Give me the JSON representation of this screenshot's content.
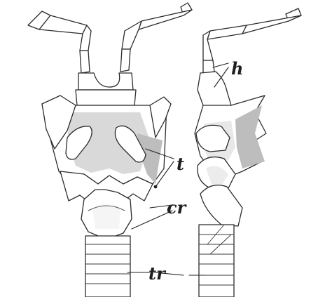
{
  "labels": {
    "h": "h",
    "t": "t",
    "cr": "cr",
    "tr": "tr"
  }
}
